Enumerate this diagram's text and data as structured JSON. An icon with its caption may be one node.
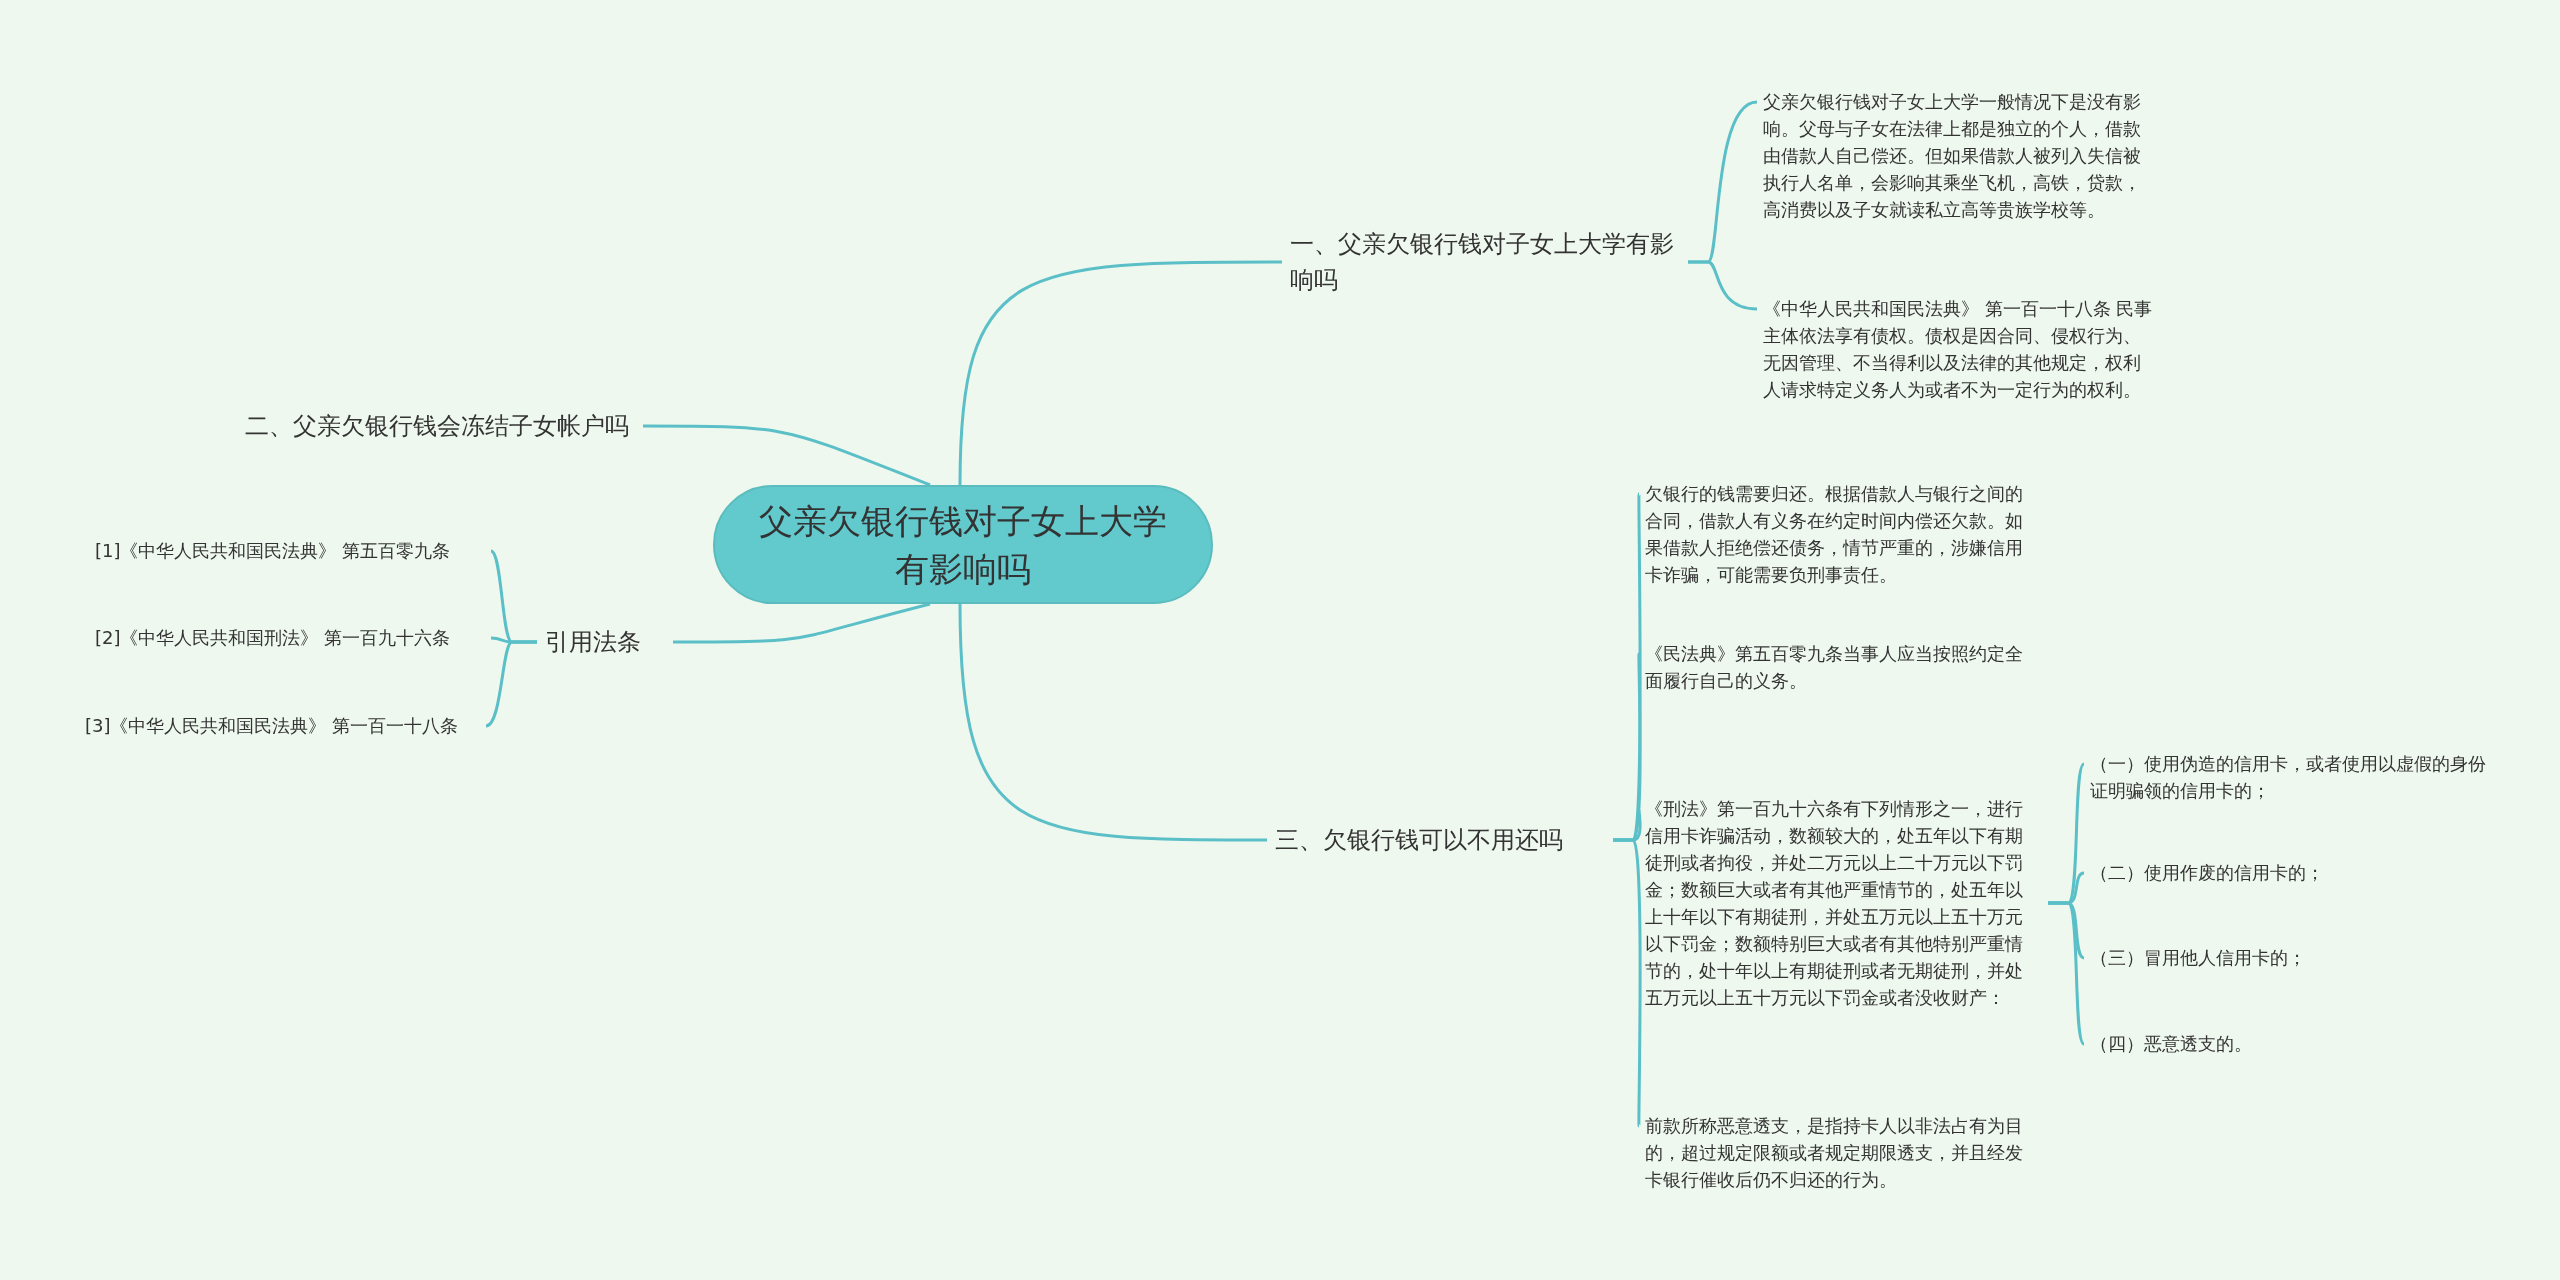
{
  "diagram": {
    "nodes": [
      {
        "text": [
          "父亲欠银行钱对子女上大学有影响吗"
        ]
      },
      {
        "text": [
          "一、父亲欠银行钱对子女上大学有影响吗"
        ]
      },
      {
        "text": [
          "父亲欠银行钱对子女上大学一般情况下是没有影响。父母与子女在法律上都是独立的个人，借款由借款人自己偿还。但如果借款人被列入失信被执行人名单，会影响其乘坐飞机，高铁，贷款，高消费以及子女就读私立高等贵族学校等。"
        ]
      },
      {
        "text": [
          "《中华人民共和国民法典》 第一百一十八条 民事主体依法享有债权。债权是因合同、侵权行为、无因管理、不当得利以及法律的其他规定，权利人请求特定义务人为或者不为一定行为的权利。"
        ]
      },
      {
        "text": [
          "二、父亲欠银行钱会冻结子女帐户吗"
        ]
      },
      {
        "text": [
          "引用法条"
        ]
      },
      {
        "text": [
          "[1]《中华人民共和国民法典》 第五百零九条"
        ]
      },
      {
        "text": [
          "[2]《中华人民共和国刑法》 第一百九十六条"
        ]
      },
      {
        "text": [
          "[3]《中华人民共和国民法典》 第一百一十八条"
        ]
      },
      {
        "text": [
          "三、欠银行钱可以不用还吗"
        ]
      },
      {
        "text": [
          "欠银行的钱需要归还。根据借款人与银行之间的合同，借款人有义务在约定时间内偿还欠款。如果借款人拒绝偿还债务，情节严重的，涉嫌信用卡诈骗，可能需要负刑事责任。"
        ]
      },
      {
        "text": [
          "《民法典》第五百零九条当事人应当按照约定全面履行自己的义务。"
        ]
      },
      {
        "text": [
          "《刑法》第一百九十六条有下列情形之一，进行信用卡诈骗活动，数额较大的，处五年以下有期徒刑或者拘役，并处二万元以上二十万元以下罚金；数额巨大或者有其他严重情节的，处五年以上十年以下有期徒刑，并处五万元以上五十万元以下罚金；数额特别巨大或者有其他特别严重情节的，处十年以上有期徒刑或者无期徒刑，并处五万元以上五十万元以下罚金或者没收财产："
        ]
      },
      {
        "text": [
          "（一）使用伪造的信用卡，或者使用以虚假的身份证明骗领的信用卡的；"
        ]
      },
      {
        "text": [
          "（二）使用作废的信用卡的；"
        ]
      },
      {
        "text": [
          "（三）冒用他人信用卡的；"
        ]
      },
      {
        "text": [
          "（四）恶意透支的。"
        ]
      },
      {
        "text": [
          "前款所称恶意透支，是指持卡人以非法占有为目的，超过规定限额或者规定期限透支，并且经发卡银行催收后仍不归还的行为。"
        ]
      }
    ],
    "edges": [
      {
        "from": 0,
        "to": 1,
        "arrow": "none"
      },
      {
        "from": 1,
        "to": 2,
        "arrow": "none"
      },
      {
        "from": 1,
        "to": 3,
        "arrow": "none"
      },
      {
        "from": 0,
        "to": 4,
        "arrow": "none"
      },
      {
        "from": 0,
        "to": 5,
        "arrow": "none"
      },
      {
        "from": 5,
        "to": 6,
        "arrow": "none"
      },
      {
        "from": 5,
        "to": 7,
        "arrow": "none"
      },
      {
        "from": 5,
        "to": 8,
        "arrow": "none"
      },
      {
        "from": 0,
        "to": 9,
        "arrow": "none"
      },
      {
        "from": 9,
        "to": 10,
        "arrow": "none"
      },
      {
        "from": 9,
        "to": 11,
        "arrow": "none"
      },
      {
        "from": 9,
        "to": 12,
        "arrow": "none"
      },
      {
        "from": 12,
        "to": 13,
        "arrow": "none"
      },
      {
        "from": 12,
        "to": 14,
        "arrow": "none"
      },
      {
        "from": 12,
        "to": 15,
        "arrow": "none"
      },
      {
        "from": 12,
        "to": 16,
        "arrow": "none"
      },
      {
        "from": 9,
        "to": 17,
        "arrow": "none"
      }
    ]
  }
}
